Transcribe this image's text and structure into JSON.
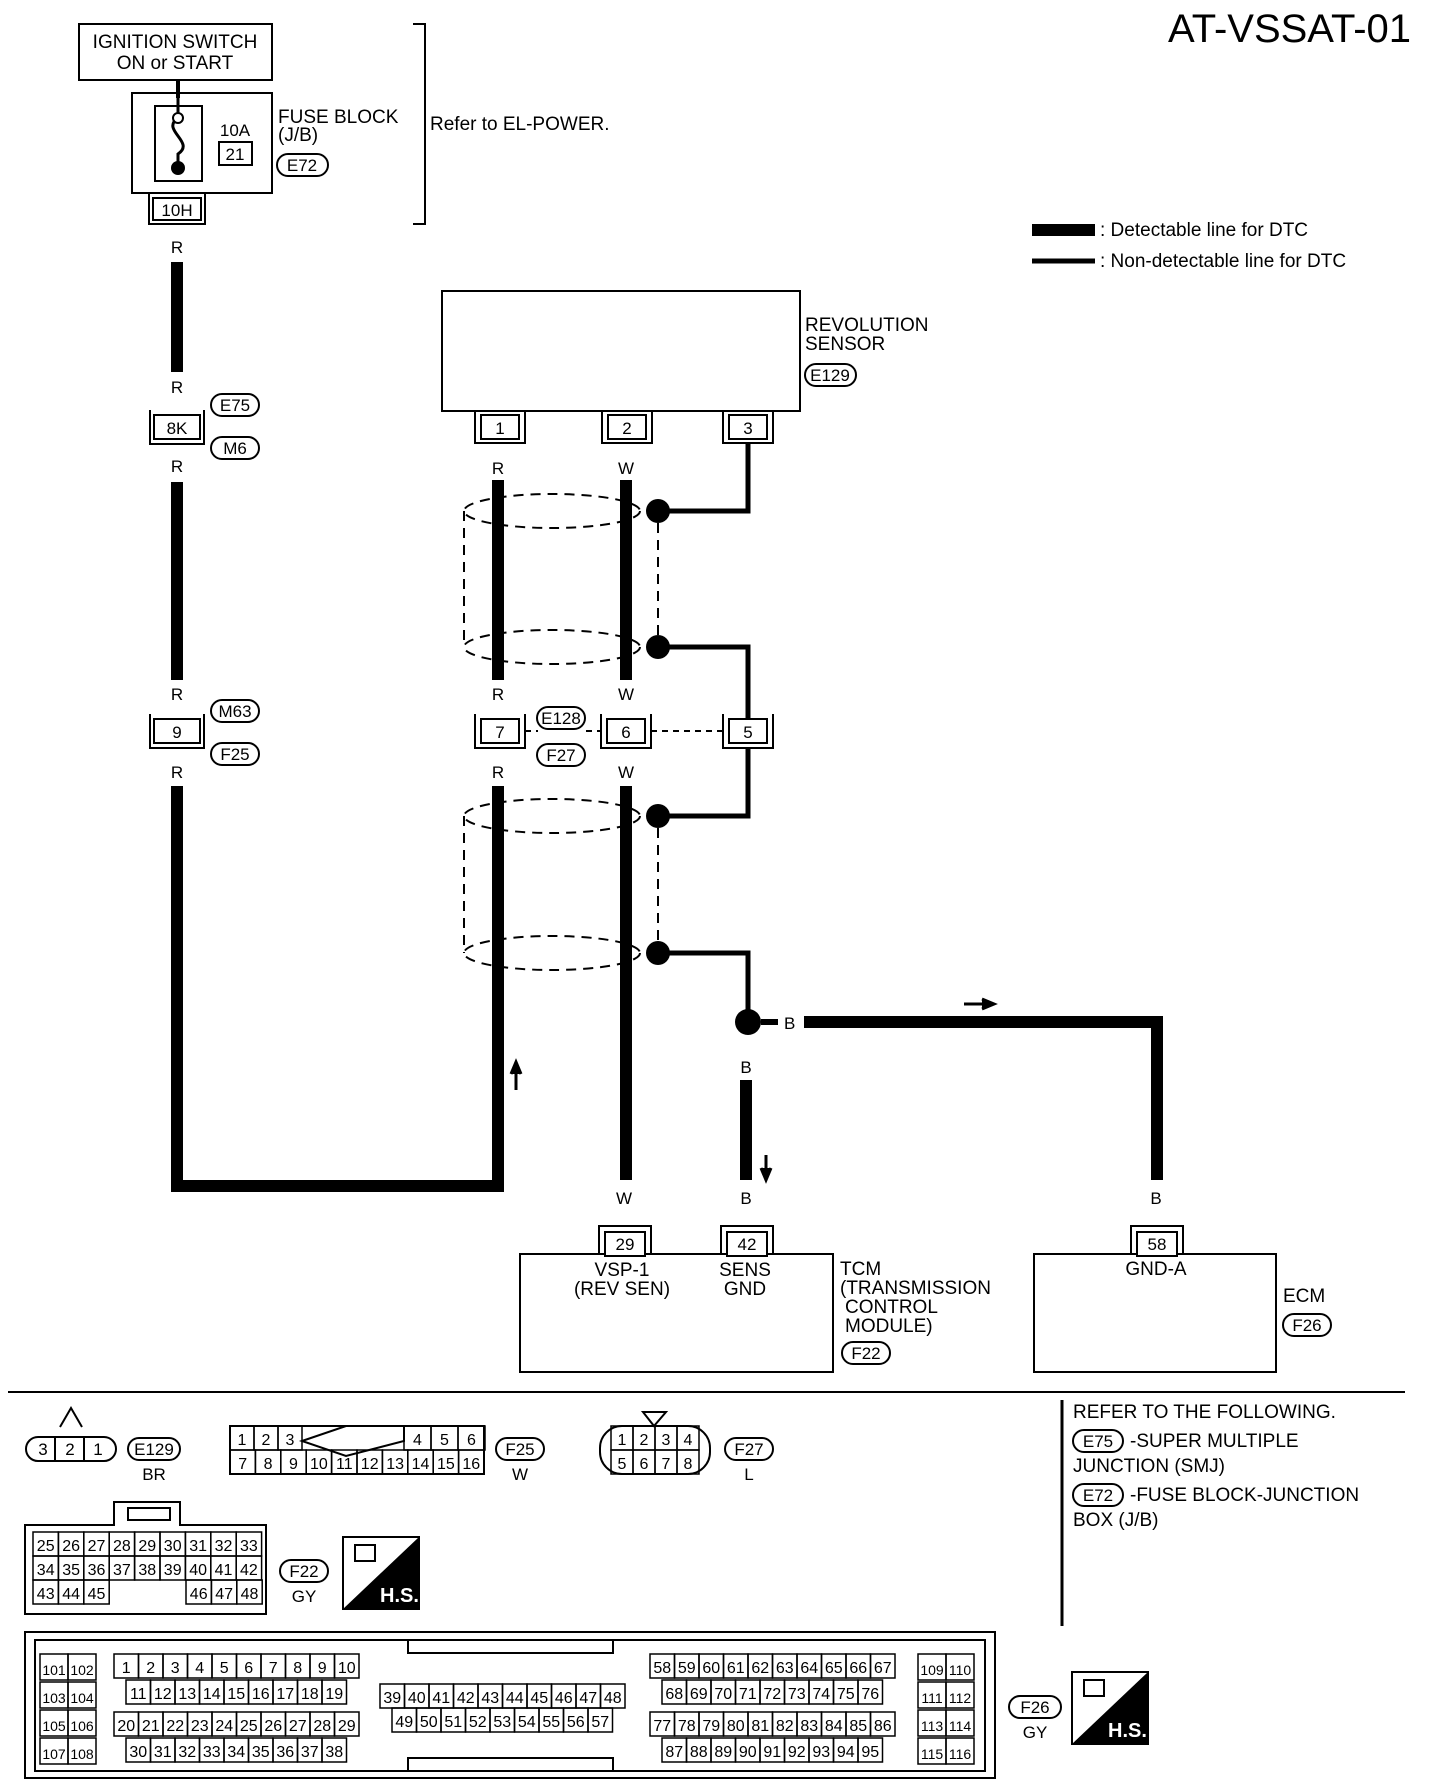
{
  "page_code": "AT-VSSAT-01",
  "legend": {
    "detectable": ": Detectable line for DTC",
    "nondetectable": ": Non-detectable line for DTC"
  },
  "ignition": {
    "line1": "IGNITION SWITCH",
    "line2": "ON or START"
  },
  "fuse_block": {
    "label1": "FUSE BLOCK",
    "label2": "(J/B)",
    "conn": "E72",
    "amp": "10A",
    "fuse_no": "21",
    "terminal": "10H"
  },
  "refer_power": "Refer to EL-POWER.",
  "revolution_sensor": {
    "label1": "REVOLUTION",
    "label2": "SENSOR",
    "conn": "E129"
  },
  "sensor_pins": [
    "1",
    "2",
    "3"
  ],
  "jc_8k": {
    "terminal": "8K",
    "conn_top": "E75",
    "conn_bottom": "M6"
  },
  "jc_9": {
    "terminal": "9",
    "conn_top": "M63",
    "conn_bottom": "F25"
  },
  "jc_mid": {
    "pins": [
      "7",
      "6",
      "5"
    ],
    "conn_top": "E128",
    "conn_bottom": "F27"
  },
  "wire_colors": {
    "r": "R",
    "w": "W",
    "b": "B"
  },
  "tcm": {
    "pin_29": "29",
    "pin_29_l1": "VSP-1",
    "pin_29_l2": "(REV SEN)",
    "pin_42": "42",
    "pin_42_l1": "SENS",
    "pin_42_l2": "GND",
    "label1": "TCM",
    "label2": "(TRANSMISSION",
    "label3": "CONTROL",
    "label4": "MODULE)",
    "conn": "F22"
  },
  "ecm": {
    "pin": "58",
    "pin_label": "GND-A",
    "label": "ECM",
    "conn": "F26"
  },
  "connectors": {
    "e129": {
      "pins": [
        "3",
        "2",
        "1"
      ],
      "code": "E129",
      "color": "BR"
    },
    "f25": {
      "row1": [
        "1",
        "2",
        "3",
        "4",
        "5",
        "6"
      ],
      "row2": [
        "7",
        "8",
        "9",
        "10",
        "11",
        "12",
        "13",
        "14",
        "15",
        "16"
      ],
      "code": "F25",
      "color": "W"
    },
    "f27": {
      "row1": [
        "1",
        "2",
        "3",
        "4"
      ],
      "row2": [
        "5",
        "6",
        "7",
        "8"
      ],
      "code": "F27",
      "color": "L"
    },
    "f22": {
      "rows": [
        [
          "25",
          "26",
          "27",
          "28",
          "29",
          "30",
          "31",
          "32",
          "33"
        ],
        [
          "34",
          "35",
          "36",
          "37",
          "38",
          "39",
          "40",
          "41",
          "42"
        ],
        [
          "43",
          "44",
          "45",
          "46",
          "47",
          "48"
        ]
      ],
      "code": "F22",
      "color": "GY"
    },
    "f26": {
      "left": [
        [
          "101",
          "102"
        ],
        [
          "103",
          "104"
        ],
        [
          "105",
          "106"
        ],
        [
          "107",
          "108"
        ]
      ],
      "a1": [
        "1",
        "2",
        "3",
        "4",
        "5",
        "6",
        "7",
        "8",
        "9",
        "10"
      ],
      "a2": [
        "11",
        "12",
        "13",
        "14",
        "15",
        "16",
        "17",
        "18",
        "19"
      ],
      "a3": [
        "20",
        "21",
        "22",
        "23",
        "24",
        "25",
        "26",
        "27",
        "28",
        "29"
      ],
      "a4": [
        "30",
        "31",
        "32",
        "33",
        "34",
        "35",
        "36",
        "37",
        "38"
      ],
      "b1": [
        "39",
        "40",
        "41",
        "42",
        "43",
        "44",
        "45",
        "46",
        "47",
        "48"
      ],
      "b2": [
        "49",
        "50",
        "51",
        "52",
        "53",
        "54",
        "55",
        "56",
        "57"
      ],
      "c1": [
        "58",
        "59",
        "60",
        "61",
        "62",
        "63",
        "64",
        "65",
        "66",
        "67"
      ],
      "c2": [
        "68",
        "69",
        "70",
        "71",
        "72",
        "73",
        "74",
        "75",
        "76"
      ],
      "c3": [
        "77",
        "78",
        "79",
        "80",
        "81",
        "82",
        "83",
        "84",
        "85",
        "86"
      ],
      "c4": [
        "87",
        "88",
        "89",
        "90",
        "91",
        "92",
        "93",
        "94",
        "95"
      ],
      "right": [
        [
          "109",
          "110"
        ],
        [
          "111",
          "112"
        ],
        [
          "113",
          "114"
        ],
        [
          "115",
          "116"
        ]
      ],
      "code": "F26",
      "color": "GY"
    }
  },
  "hs_badge": "H.S.",
  "refer": {
    "title": "REFER TO THE FOLLOWING.",
    "e75_code": "E75",
    "e75_text": "-SUPER MULTIPLE",
    "e75_text2": "JUNCTION (SMJ)",
    "e72_code": "E72",
    "e72_text": "-FUSE BLOCK-JUNCTION",
    "e72_text2": "BOX (J/B)"
  }
}
